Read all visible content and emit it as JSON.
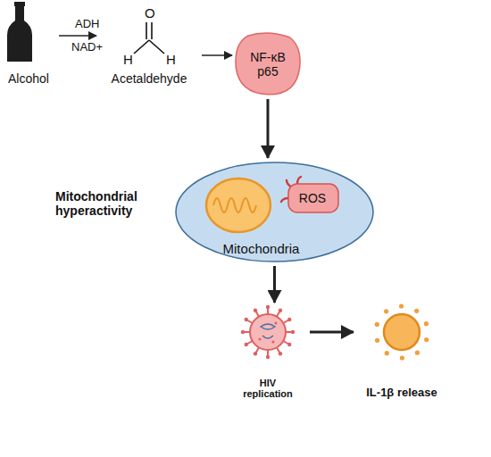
{
  "diagram": {
    "nodes": [
      {
        "text": [
          "Alcohol"
        ]
      },
      {
        "text": [
          "Acetaldehyde"
        ]
      },
      {
        "text": [
          "NF-κB p65"
        ]
      },
      {
        "text": [
          "Mitochondria"
        ]
      },
      {
        "text": [
          "ROS"
        ],
        "in": 3
      },
      {
        "text": [
          "HIV replication"
        ]
      },
      {
        "text": [
          "IL-1β release"
        ]
      }
    ],
    "edges": [
      {
        "from": 0,
        "to": 1,
        "arrow": "to"
      },
      {
        "from": 1,
        "to": 2,
        "arrow": "to"
      },
      {
        "from": 2,
        "to": 3,
        "arrow": "to"
      },
      {
        "from": 3,
        "to": 5,
        "arrow": "to"
      },
      {
        "from": 5,
        "to": 6,
        "arrow": "to"
      }
    ],
    "labels": [
      "ADH",
      "NAD+",
      "O",
      "H",
      "H",
      "Mitochondrial hyperactivity"
    ]
  }
}
